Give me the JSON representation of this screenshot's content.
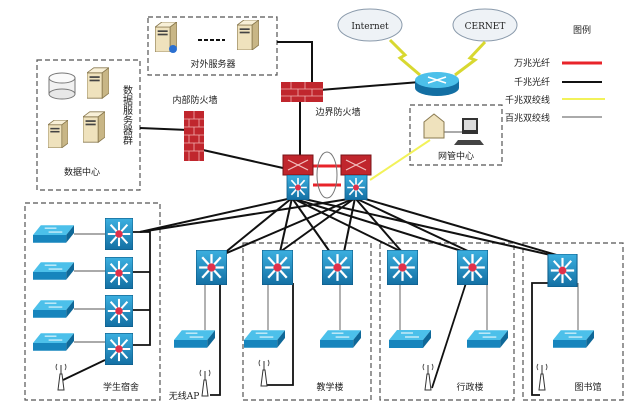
{
  "clouds": {
    "internet": "Internet",
    "cernet": "CERNET"
  },
  "legend": {
    "title": "图例",
    "items": [
      {
        "label": "万兆光纤",
        "color": "#e8232a"
      },
      {
        "label": "千兆光纤",
        "color": "#111111"
      },
      {
        "label": "千兆双绞线",
        "color": "#f2f25a"
      },
      {
        "label": "百兆双绞线",
        "color": "#555555"
      }
    ]
  },
  "nodes": {
    "external_servers": "对外服务器",
    "border_firewall": "边界防火墙",
    "internal_firewall": "内部防火墙",
    "data_server_cluster": "数据服务器群",
    "data_center": "数据中心",
    "nms_center": "网管中心",
    "dorm": "学生宿舍",
    "wireless_ap": "无线AP",
    "teaching": "教学楼",
    "admin": "行政楼",
    "library": "图书馆"
  },
  "colors": {
    "switch_blue": "#1b8fc4",
    "firewall_red": "#c0262d",
    "router_blue": "#2a9ad0"
  }
}
